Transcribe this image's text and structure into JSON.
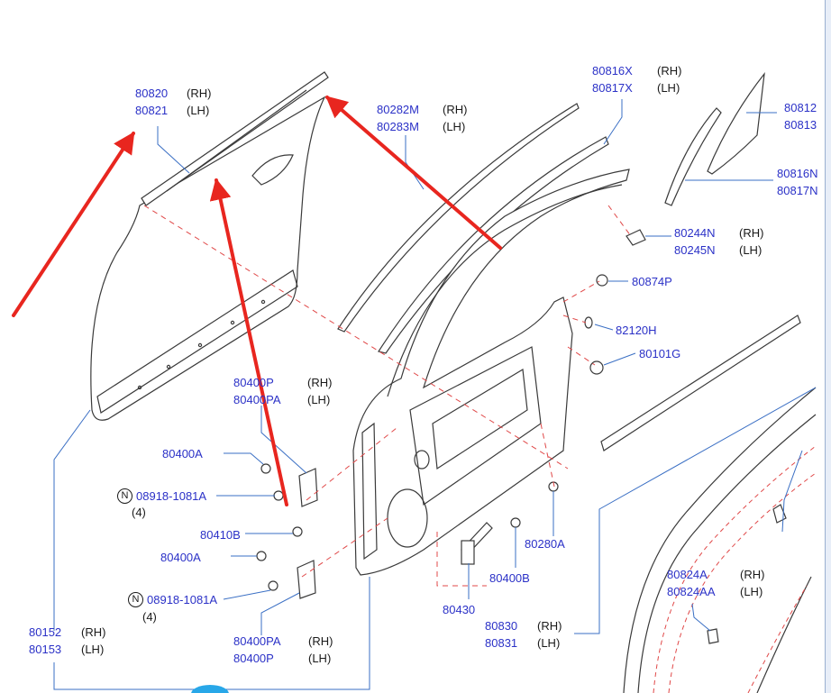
{
  "labels": {
    "p80820": "80820",
    "p80821": "80821",
    "p80282M": "80282M",
    "p80283M": "80283M",
    "p80816X": "80816X",
    "p80817X": "80817X",
    "p80812": "80812",
    "p80813": "80813",
    "p80816N": "80816N",
    "p80817N": "80817N",
    "p80244N": "80244N",
    "p80245N": "80245N",
    "p80874P": "80874P",
    "p82120H": "82120H",
    "p80101G": "80101G",
    "p80400P_top": "80400P",
    "p80400PA_top": "80400PA",
    "p80400A_1": "80400A",
    "p08918_1": "08918-1081A",
    "qty_1": "(4)",
    "p80410B": "80410B",
    "p80400A_2": "80400A",
    "p08918_2": "08918-1081A",
    "qty_2": "(4)",
    "p80400PA_bot": "80400PA",
    "p80400P_bot": "80400P",
    "p80152": "80152",
    "p80153": "80153",
    "p80280A": "80280A",
    "p80400B": "80400B",
    "p80430": "80430",
    "p80830": "80830",
    "p80831": "80831",
    "p80824A": "80824A",
    "p80824AA": "80824AA",
    "rh": "(RH)",
    "lh": "(LH)",
    "n_badge": "N"
  },
  "colors": {
    "part_number": "#2b31c7",
    "line_art": "#3a3a3a",
    "leader": "#3a6fc4",
    "dashed_guide": "#e04848",
    "arrow": "#e8261f"
  }
}
